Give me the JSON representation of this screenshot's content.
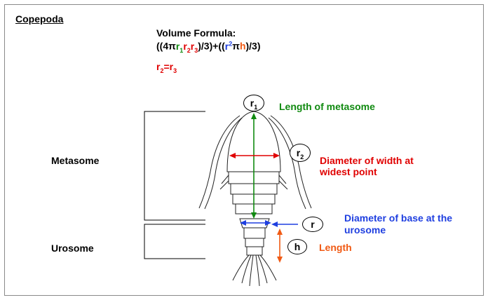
{
  "title": "Copepoda",
  "formula": {
    "heading": "Volume Formula:",
    "p1": "((4π",
    "r1": "r",
    "r1_sub": "1",
    "r2": "r",
    "r2_sub": "2",
    "r3": "r",
    "r3_sub": "3",
    "p2": ")/3)+((",
    "r": "r",
    "sq": "2",
    "pi": "π",
    "h": "h",
    "p3": ")/3)"
  },
  "relation": {
    "a": "r",
    "a_sub": "2",
    "eq": "=",
    "b": "r",
    "b_sub": "3"
  },
  "labels": {
    "metasome": "Metasome",
    "urosome": "Urosome",
    "length_of_metasome": "Length of metasome",
    "diameter_width_line1": "Diameter of width at",
    "diameter_width_line2": "widest point",
    "diameter_base_line1": "Diameter of base at the",
    "diameter_base_line2": "urosome",
    "length": "Length"
  },
  "markers": {
    "r1": "r",
    "r1_sub": "1",
    "r2": "r",
    "r2_sub": "2",
    "r": "r",
    "h": "h"
  },
  "colors": {
    "red": "#e00000",
    "green": "#108a10",
    "blue": "#1f3fe0",
    "orange": "#f05a14"
  }
}
